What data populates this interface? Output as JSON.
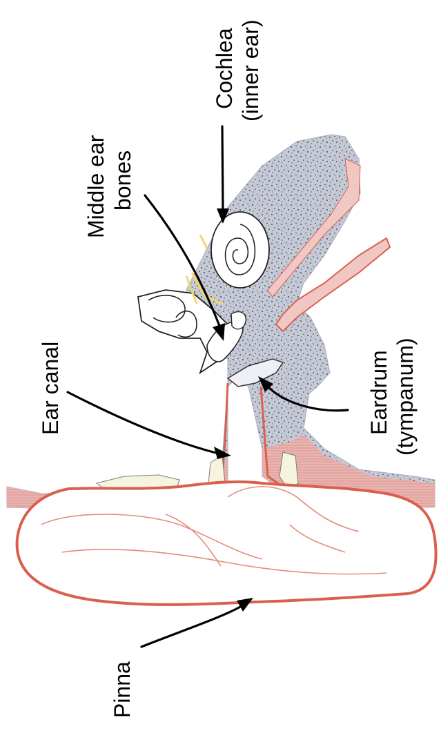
{
  "labels": {
    "cochlea": {
      "line1": "Cochlea",
      "line2": "(inner ear)"
    },
    "middle_ear_bones": {
      "line1": "Middle ear",
      "line2": "bones"
    },
    "ear_canal": {
      "line1": "Ear canal"
    },
    "eardrum": {
      "line1": "Eardrum",
      "line2": "(tympanum)"
    },
    "pinna": {
      "line1": "Pinna"
    }
  },
  "colors": {
    "bone_gray": "#c5c9d6",
    "bone_speckle": "#2a2a2a",
    "skin_pink": "#e0a0a0",
    "outline_red": "#d9604e",
    "cartilage_cream": "#f6f3df",
    "ossicle_yellow": "#f4d76a"
  }
}
